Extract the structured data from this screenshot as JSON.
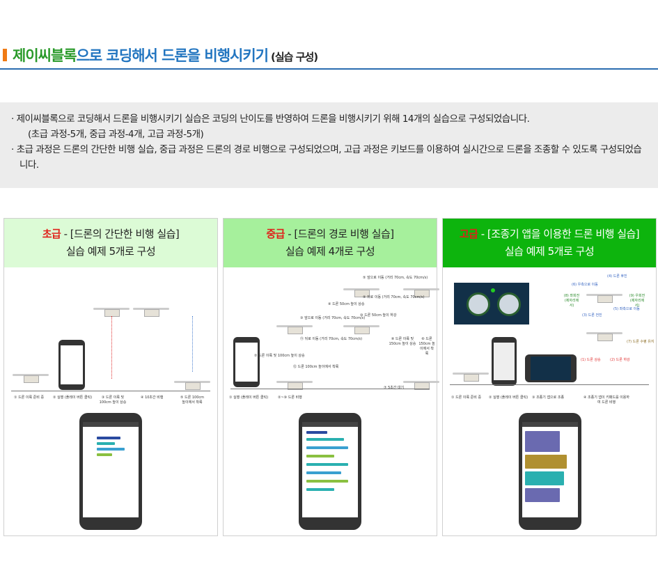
{
  "header": {
    "title_green": "제이씨블록",
    "title_blue": "으로 코딩해서 드론을 비행시키기",
    "title_sub": "(실습 구성)"
  },
  "info": {
    "bullets": [
      "· 제이씨블록으로 코딩해서 드론을 비행시키기 실습은 코딩의 난이도를 반영하여 드론을 비행시키기 위해 14개의 실습으로 구성되었습니다.",
      "(초급 과정-5개, 중급 과정-4개, 고급 과정-5개)",
      "· 초급 과정은 드론의 간단한 비행 실습, 중급 과정은 드론의 경로 비행으로 구성되었으며, 고급 과정은 키보드를 이용하여 실시간으로 드론을 조종할 수 있도록 구성되었습니다."
    ]
  },
  "panels": [
    {
      "level": "초급",
      "title": " - [드론의 간단한 비행 실습]",
      "sub": "실습 예제 5개로 구성",
      "color": "#dcfbd6",
      "labels": [
        "① 드론 이륙 준비 중",
        "② 실행 (플레이 버튼 클릭)",
        "③ 드론 이륙 및 100cm 높이 상승",
        "④ 10초간 비행",
        "⑤ 드론 100cm 높이에서 착륙"
      ]
    },
    {
      "level": "중급",
      "title": " - [드론의 경로 비행 실습]",
      "sub": "실습 예제 4개로 구성",
      "color": "#a6f09c",
      "labels": [
        "① 실행 (플레이 버튼 클릭)",
        "②~⑩ 드론 비행",
        "② 드론 이륙 및 100cm 높이 상승",
        "③ 앞으로 이동 (거리 70cm, 속도 70cm/s)",
        "④ 드론 50cm 높이 상승",
        "⑤ 앞으로 이동 (거리 70cm, 속도 70cm/s)",
        "⑥ 드론 150cm 높이에서 착륙",
        "⑦ 5초간 대기",
        "⑧ 드론 이륙 및 150cm 높이 상승",
        "⑨ 뒤로 이동 (거리 70cm, 속도 70cm/s)",
        "⑩ 드론 50cm 높이 하강",
        "⑪ 뒤로 이동 (거리 70cm, 속도 70cm/s)",
        "⑫ 드론 100cm 높이에서 착륙"
      ]
    },
    {
      "level": "고급",
      "title": " - [조종기 앱을 이용한 드론 비행 실습]",
      "sub": "실습 예제 5개로 구성",
      "color": "#0db40d",
      "labels": [
        "① 드론 이륙 준비 중",
        "② 실행 (플레이 버튼 클릭)",
        "③ 조종기 앱으로 조종",
        "④ 조종기 앱이 키패드를 이용하여 드론 비행",
        "(1) 드론 상승",
        "(2) 드론 하강",
        "(3) 드론 전진",
        "(4) 드론 후진",
        "(5) 좌측으로 이동",
        "(6) 우측으로 이동",
        "(7) 드론 수평 유지",
        "(8) 좌회전 (제자리에서)",
        "(9) 우회전 (제자리에서)"
      ]
    }
  ]
}
